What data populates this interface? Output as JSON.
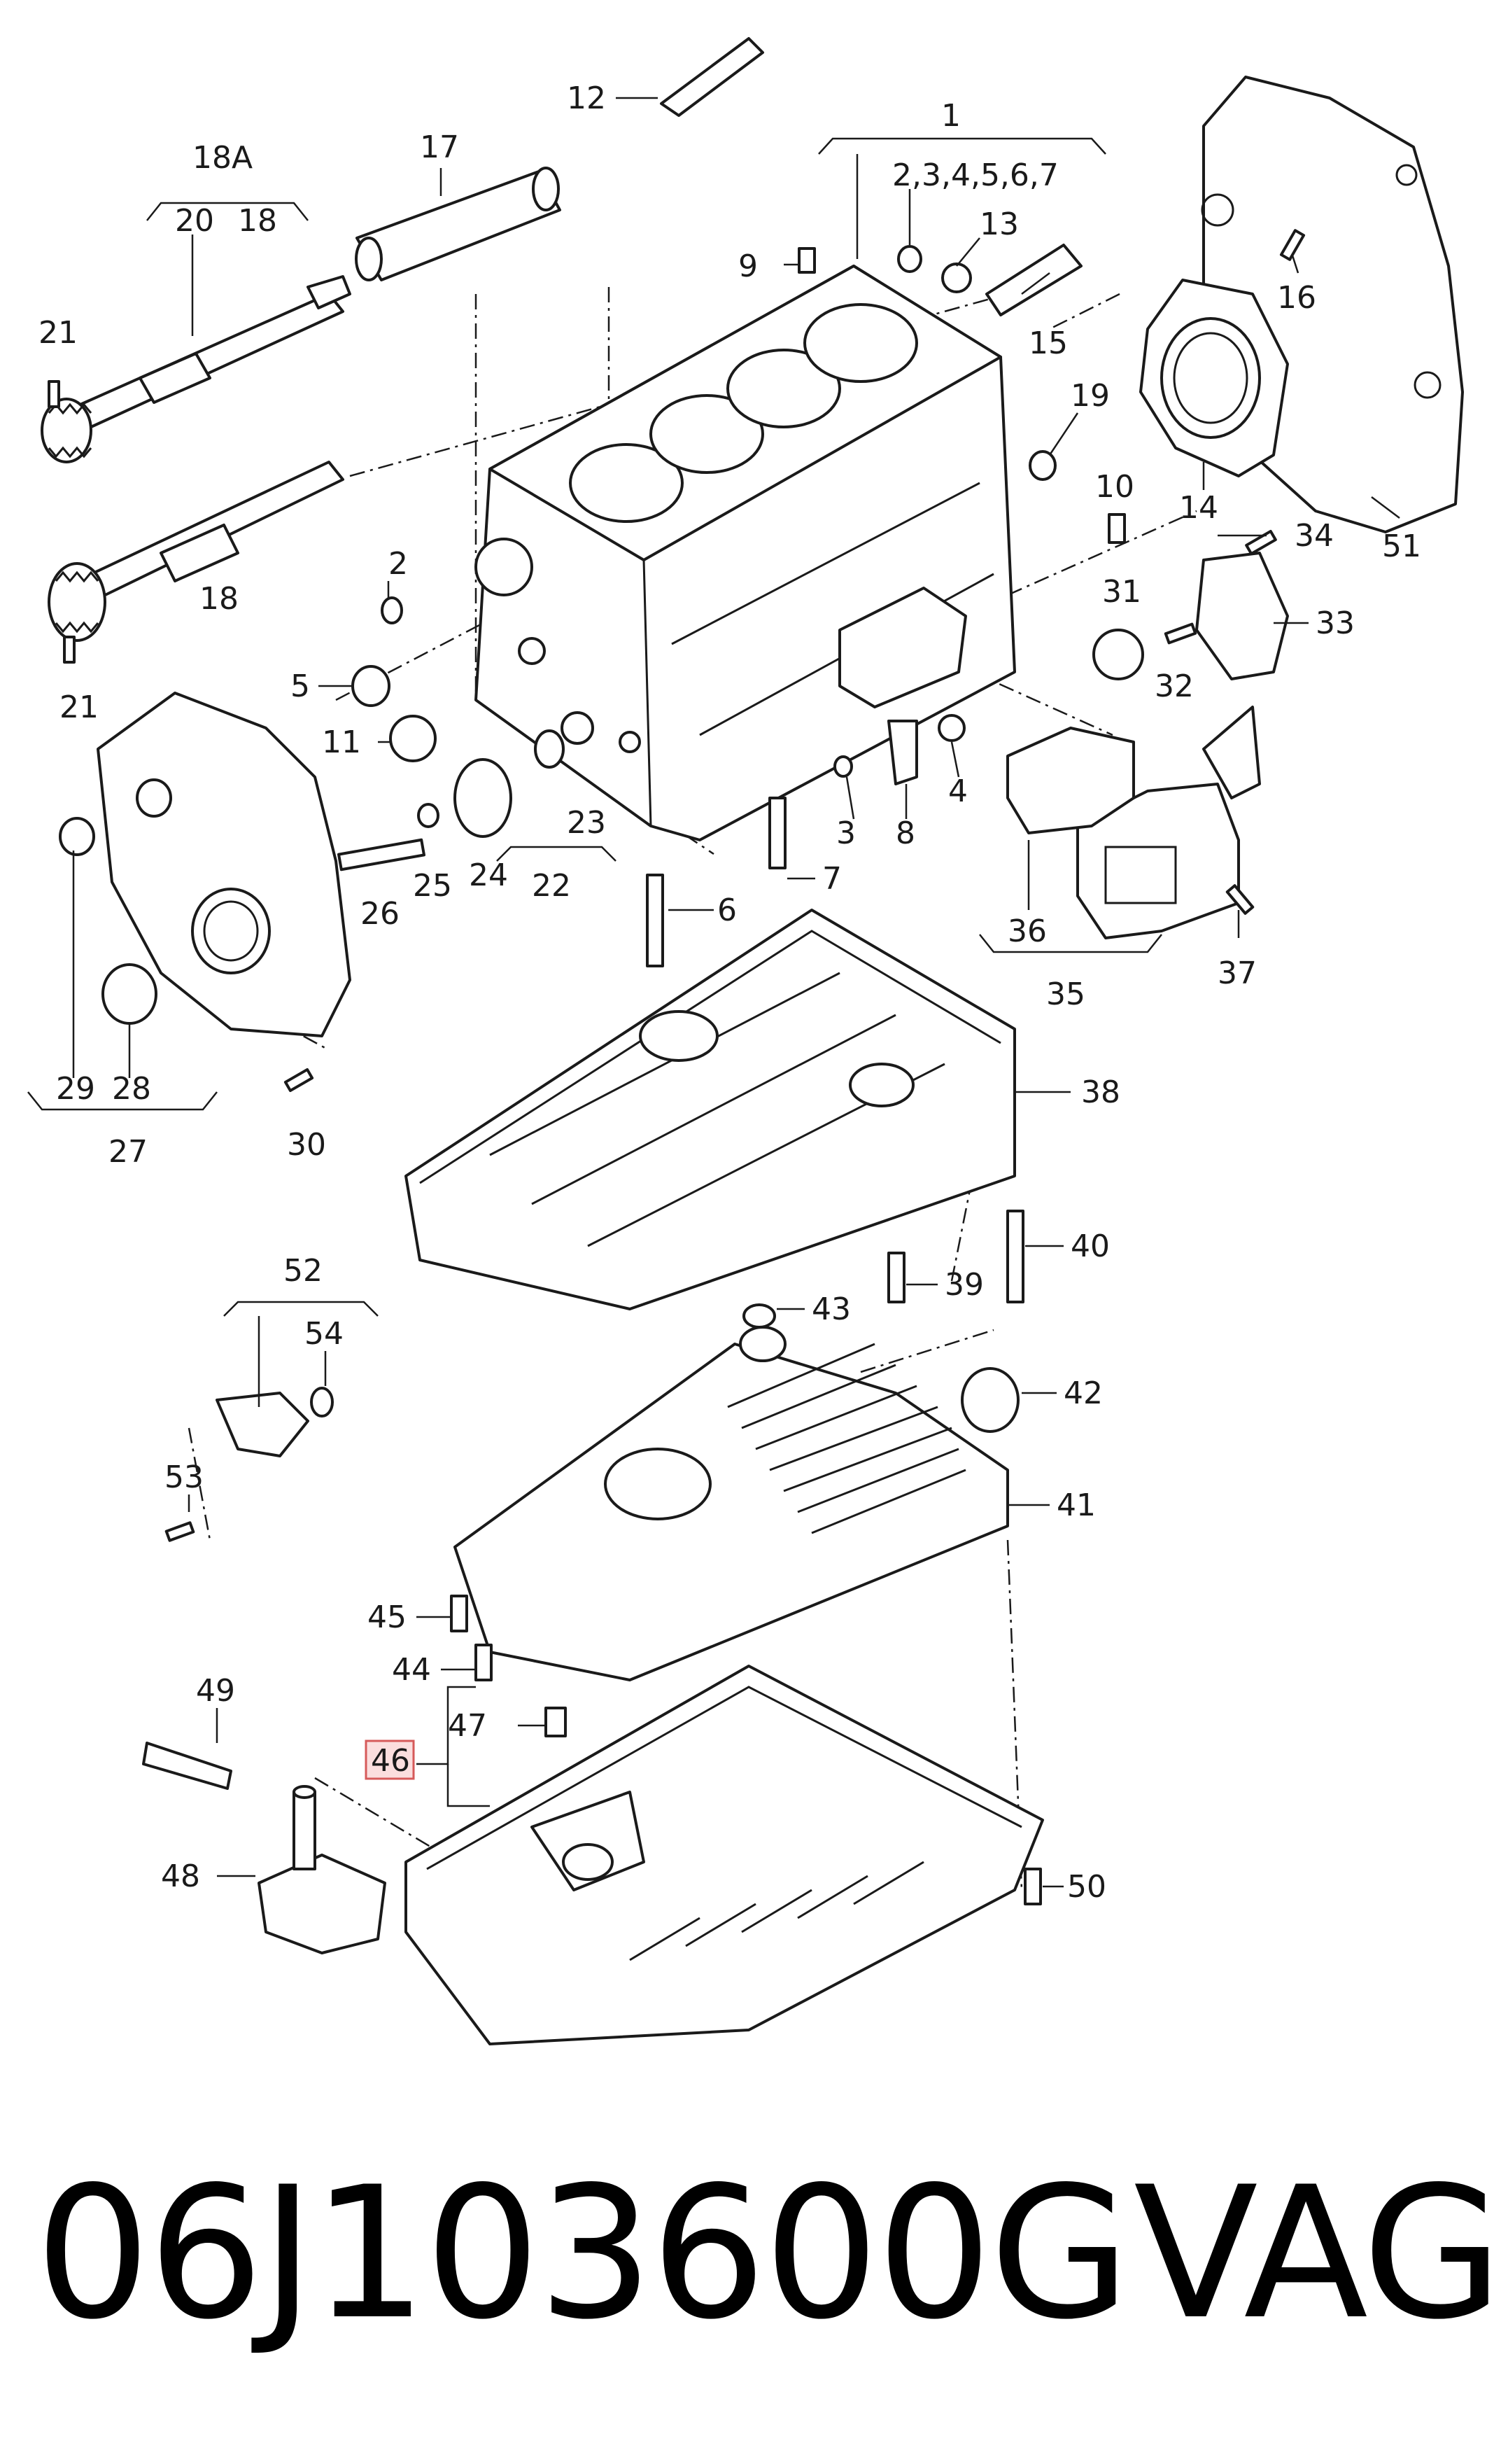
{
  "callouts": {
    "c1": "1",
    "c2a": "2",
    "c2345": "2,3,4,5,6,7",
    "c3": "3",
    "c4": "4",
    "c5": "5",
    "c6": "6",
    "c7": "7",
    "c8": "8",
    "c9": "9",
    "c10": "10",
    "c11": "11",
    "c12": "12",
    "c13": "13",
    "c14": "14",
    "c15": "15",
    "c16": "16",
    "c17": "17",
    "c18a": "18A",
    "c18": "18",
    "c18b": "18",
    "c19": "19",
    "c20": "20",
    "c21a": "21",
    "c21b": "21",
    "c22": "22",
    "c23": "23",
    "c24": "24",
    "c25": "25",
    "c26": "26",
    "c27": "27",
    "c28": "28",
    "c29": "29",
    "c30": "30",
    "c31": "31",
    "c32": "32",
    "c33": "33",
    "c34": "34",
    "c35": "35",
    "c36": "36",
    "c37": "37",
    "c38": "38",
    "c39": "39",
    "c40": "40",
    "c41": "41",
    "c42": "42",
    "c43": "43",
    "c44": "44",
    "c45": "45",
    "c46": "46",
    "c47": "47",
    "c48": "48",
    "c49": "49",
    "c50": "50",
    "c51": "51",
    "c52": "52",
    "c53": "53",
    "c54": "54"
  },
  "footer": {
    "part_number": "06J103600G",
    "brand": "VAG"
  },
  "colors": {
    "highlight_fill": "#fbdede",
    "highlight_stroke": "#d65a5a",
    "line": "#1a1a1a"
  }
}
